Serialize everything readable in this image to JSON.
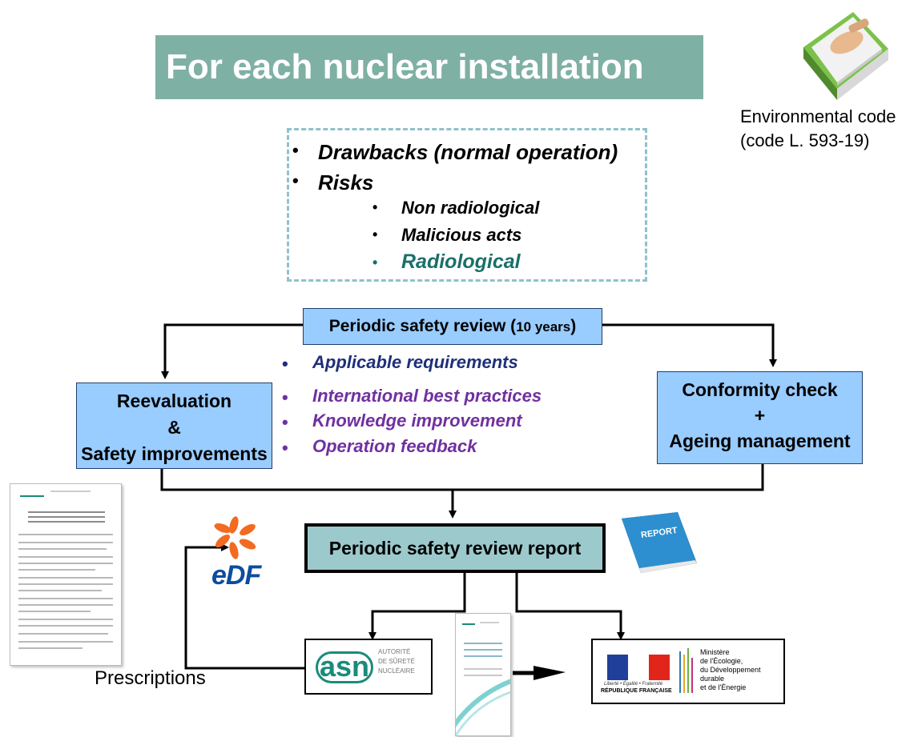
{
  "title": "For each nuclear installation",
  "environmental_code": {
    "line1": "Environmental code",
    "line2": "(code L. 593-19)"
  },
  "risks": {
    "items": [
      {
        "bullet": "•",
        "text": "Drawbacks (normal operation)"
      },
      {
        "bullet": "•",
        "text": "Risks"
      }
    ],
    "sub_items": [
      {
        "bullet": "•",
        "text": "Non radiological",
        "color": "#000000"
      },
      {
        "bullet": "•",
        "text": "Malicious acts",
        "color": "#000000"
      },
      {
        "bullet": "•",
        "text": "Radiological",
        "color": "#1a6f6a"
      }
    ]
  },
  "review": {
    "label_main": "Periodic safety review (",
    "label_years": "10 years",
    "label_end": ")"
  },
  "reevaluation": {
    "line1": "Reevaluation",
    "line2": "&",
    "line3": "Safety improvements"
  },
  "conformity": {
    "line1": "Conformity check",
    "line2": "+",
    "line3": "Ageing management"
  },
  "requirements": [
    {
      "bullet": "•",
      "text": "Applicable requirements",
      "color": "#1f2f7a"
    },
    {
      "bullet": "•",
      "text": "International best practices",
      "color": "#7030a0"
    },
    {
      "bullet": "•",
      "text": "Knowledge improvement",
      "color": "#7030a0"
    },
    {
      "bullet": "•",
      "text": "Operation feedback",
      "color": "#7030a0"
    }
  ],
  "report": {
    "label": "Periodic safety review report",
    "book_label": "REPORT"
  },
  "edf": {
    "logo_text": "eDF"
  },
  "asn": {
    "logo_text": "asn",
    "sub1": "AUTORITÉ",
    "sub2": "DE SÛRETÉ",
    "sub3": "NUCLÉAIRE"
  },
  "ministry": {
    "motto": "Liberté • Égalité • Fraternité",
    "republic": "RÉPUBLIQUE FRANÇAISE",
    "line1": "Ministère",
    "line2": "de l'Écologie,",
    "line3": "du Développement",
    "line4": "durable",
    "line5": "et de l'Énergie"
  },
  "prescriptions": "Prescriptions",
  "colors": {
    "title_bg": "#7fb0a4",
    "box_fill": "#99ccff",
    "report_fill": "#9cc9cc",
    "edf_orange": "#f26b21",
    "edf_blue": "#0e4c9e",
    "asn_teal": "#1a8b7a"
  }
}
